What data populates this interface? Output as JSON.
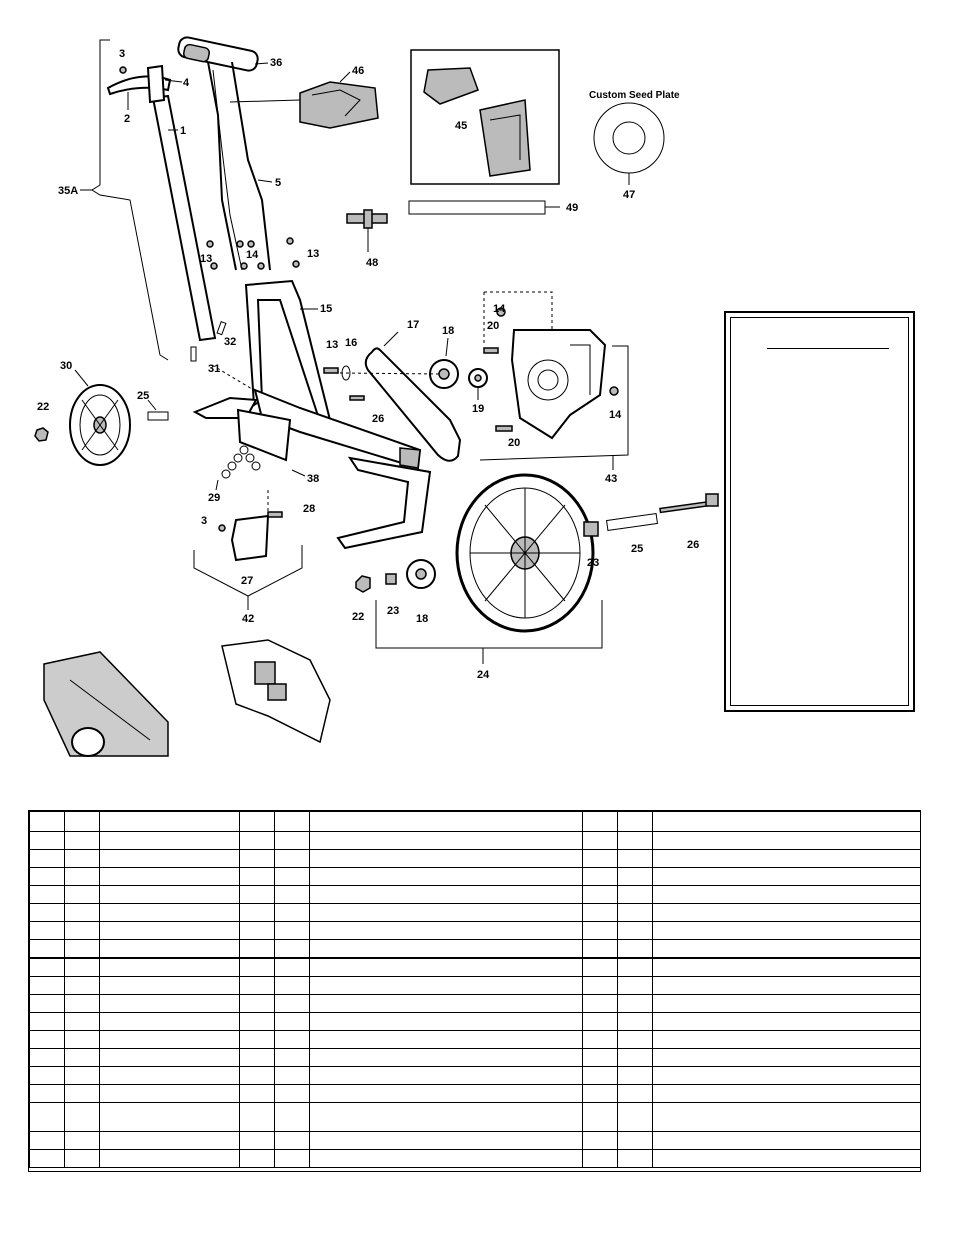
{
  "diagram": {
    "labels": {
      "p1": "1",
      "p2": "2",
      "p3a": "3",
      "p3b": "3",
      "p4": "4",
      "p5": "5",
      "p13a": "13",
      "p13b": "13",
      "p13c": "13",
      "p14a": "14",
      "p14b": "14",
      "p14c": "14",
      "p15": "15",
      "p16": "16",
      "p17": "17",
      "p18a": "18",
      "p18b": "18",
      "p19": "19",
      "p20a": "20",
      "p20b": "20",
      "p22a": "22",
      "p22b": "22",
      "p23a": "23",
      "p23b": "23",
      "p24": "24",
      "p25a": "25",
      "p25b": "25",
      "p26a": "26",
      "p26b": "26",
      "p27": "27",
      "p28": "28",
      "p29": "29",
      "p30": "30",
      "p31": "31",
      "p32": "32",
      "p35a": "35A",
      "p36": "36",
      "p38": "38",
      "p42": "42",
      "p43": "43",
      "p45": "45",
      "p46": "46",
      "p47": "47",
      "p48": "48",
      "p49": "49"
    },
    "custom_seed_plate": "Custom Seed Plate"
  },
  "parts_table": {
    "column_count": 9,
    "row_count": 19
  }
}
